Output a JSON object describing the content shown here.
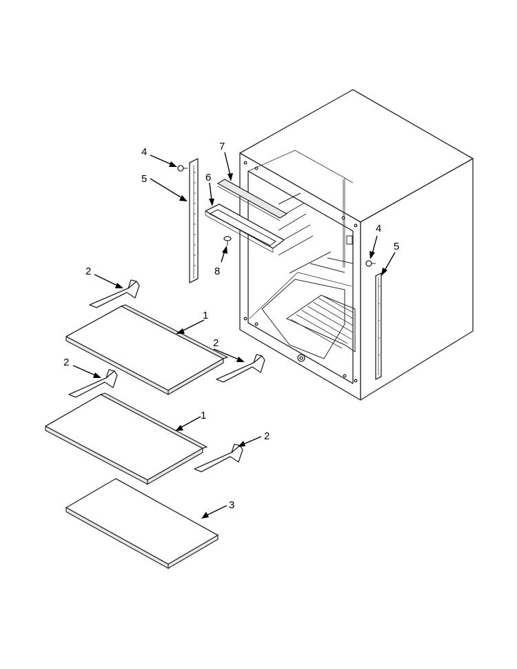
{
  "callouts": {
    "c7": "7",
    "c6": "6",
    "c4a": "4",
    "c5a": "5",
    "c8": "8",
    "c4b": "4",
    "c5b": "5",
    "c2a": "2",
    "c1a": "1",
    "c2b": "2",
    "c2c": "2",
    "c1b": "1",
    "c2d": "2",
    "c3": "3"
  }
}
